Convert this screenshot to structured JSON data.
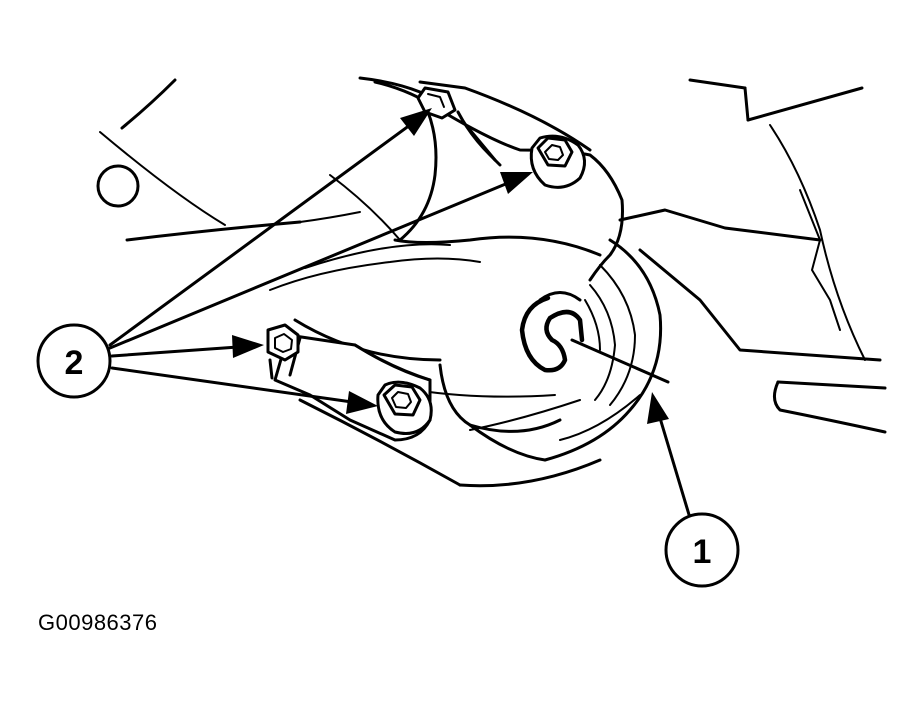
{
  "figure": {
    "id": "G00986376"
  },
  "callouts": [
    {
      "label": "1"
    },
    {
      "label": "2"
    }
  ],
  "colors": {
    "ink": "#000000",
    "paper": "#ffffff"
  }
}
